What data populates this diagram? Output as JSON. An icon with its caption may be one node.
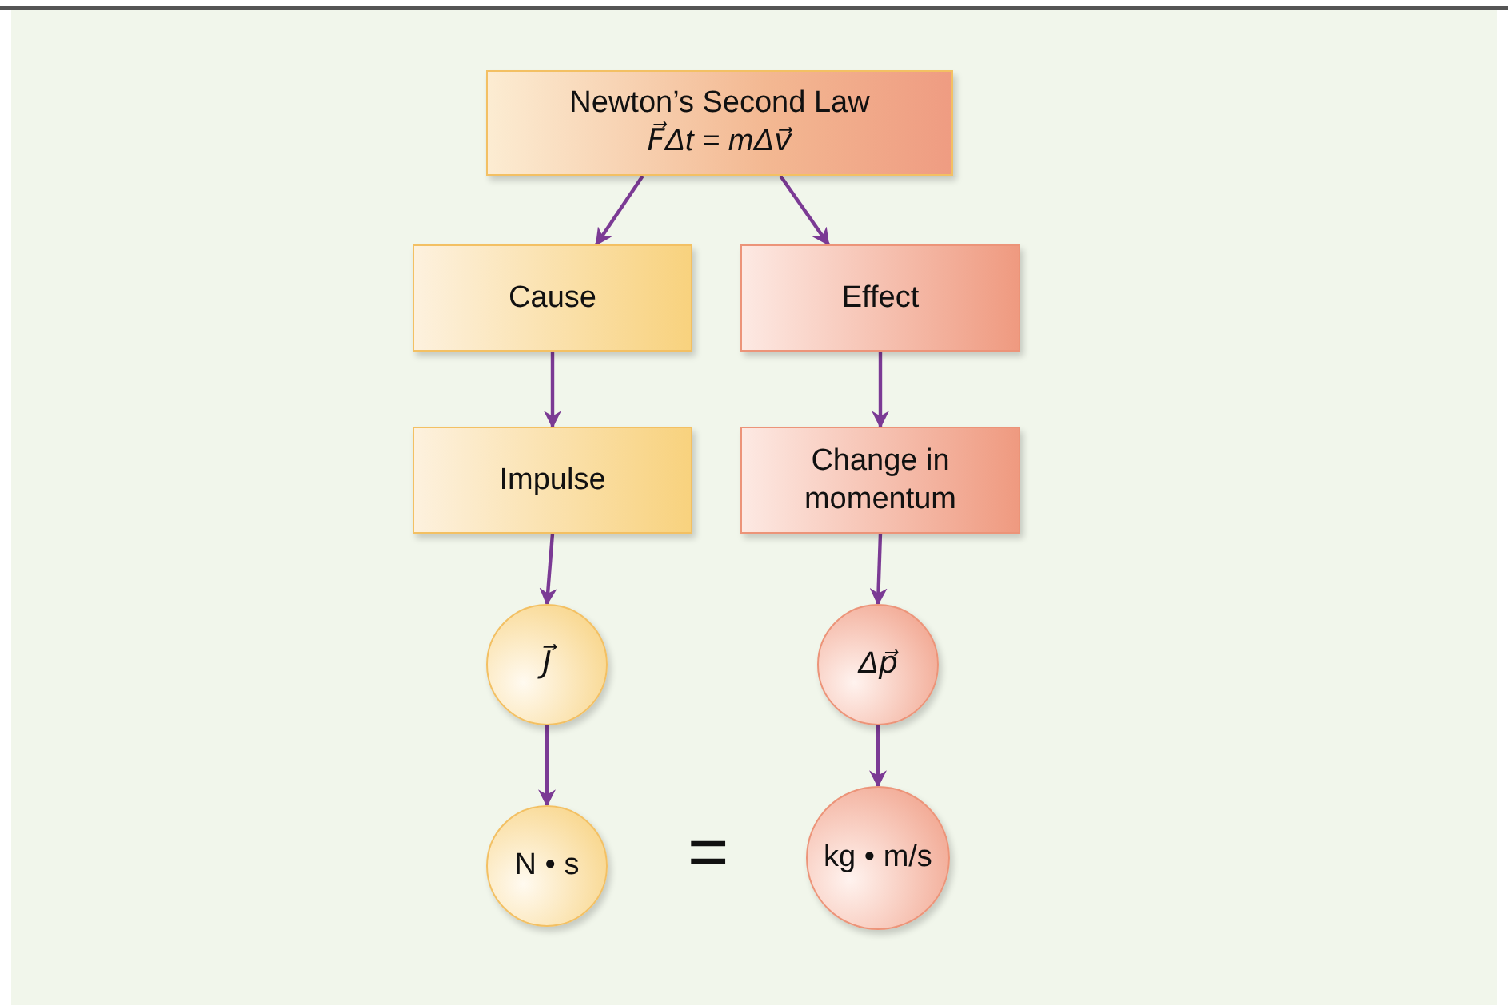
{
  "diagram": {
    "nodes": [
      {
        "text": [
          "Newton’s Second Law",
          "F⃗Δt = mΔv⃗"
        ]
      },
      {
        "text": [
          "Cause"
        ]
      },
      {
        "text": [
          "Effect"
        ]
      },
      {
        "text": [
          "Impulse"
        ]
      },
      {
        "text": [
          "Change in momentum"
        ]
      },
      {
        "text": [
          "J⃗"
        ]
      },
      {
        "text": [
          "Δp⃗"
        ]
      },
      {
        "text": [
          "N • s"
        ]
      },
      {
        "text": [
          "kg • m/s"
        ]
      }
    ],
    "edges": [
      {
        "from": 0,
        "to": 1,
        "arrow": "to"
      },
      {
        "from": 0,
        "to": 2,
        "arrow": "to"
      },
      {
        "from": 1,
        "to": 3,
        "arrow": "to"
      },
      {
        "from": 2,
        "to": 4,
        "arrow": "to"
      },
      {
        "from": 3,
        "to": 5,
        "arrow": "to"
      },
      {
        "from": 4,
        "to": 6,
        "arrow": "to"
      },
      {
        "from": 5,
        "to": 7,
        "arrow": "to"
      },
      {
        "from": 6,
        "to": 8,
        "arrow": "to"
      }
    ],
    "labels": [
      "="
    ]
  }
}
